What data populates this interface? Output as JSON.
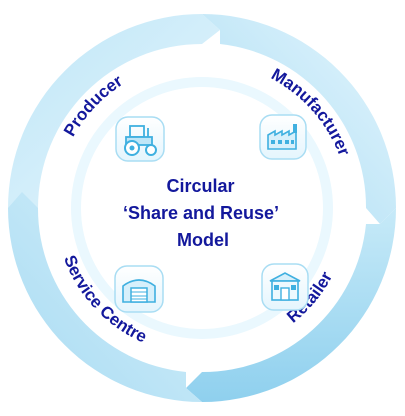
{
  "diagram": {
    "center_title_lines": [
      "Circular",
      "‘Share and Reuse’",
      "Model"
    ],
    "stages": [
      {
        "label": "Producer",
        "icon": "tractor-icon"
      },
      {
        "label": "Manufacturer",
        "icon": "factory-icon"
      },
      {
        "label": "Retailer",
        "icon": "shop-icon"
      },
      {
        "label": "Service Centre",
        "icon": "warehouse-icon"
      }
    ],
    "colors": {
      "segment_light": "#d9f1fc",
      "segment_mid": "#b5e3f6",
      "center_fill": "#ffffff",
      "label_text": "#13189c",
      "icon_stroke": "#3fb0e0"
    }
  }
}
